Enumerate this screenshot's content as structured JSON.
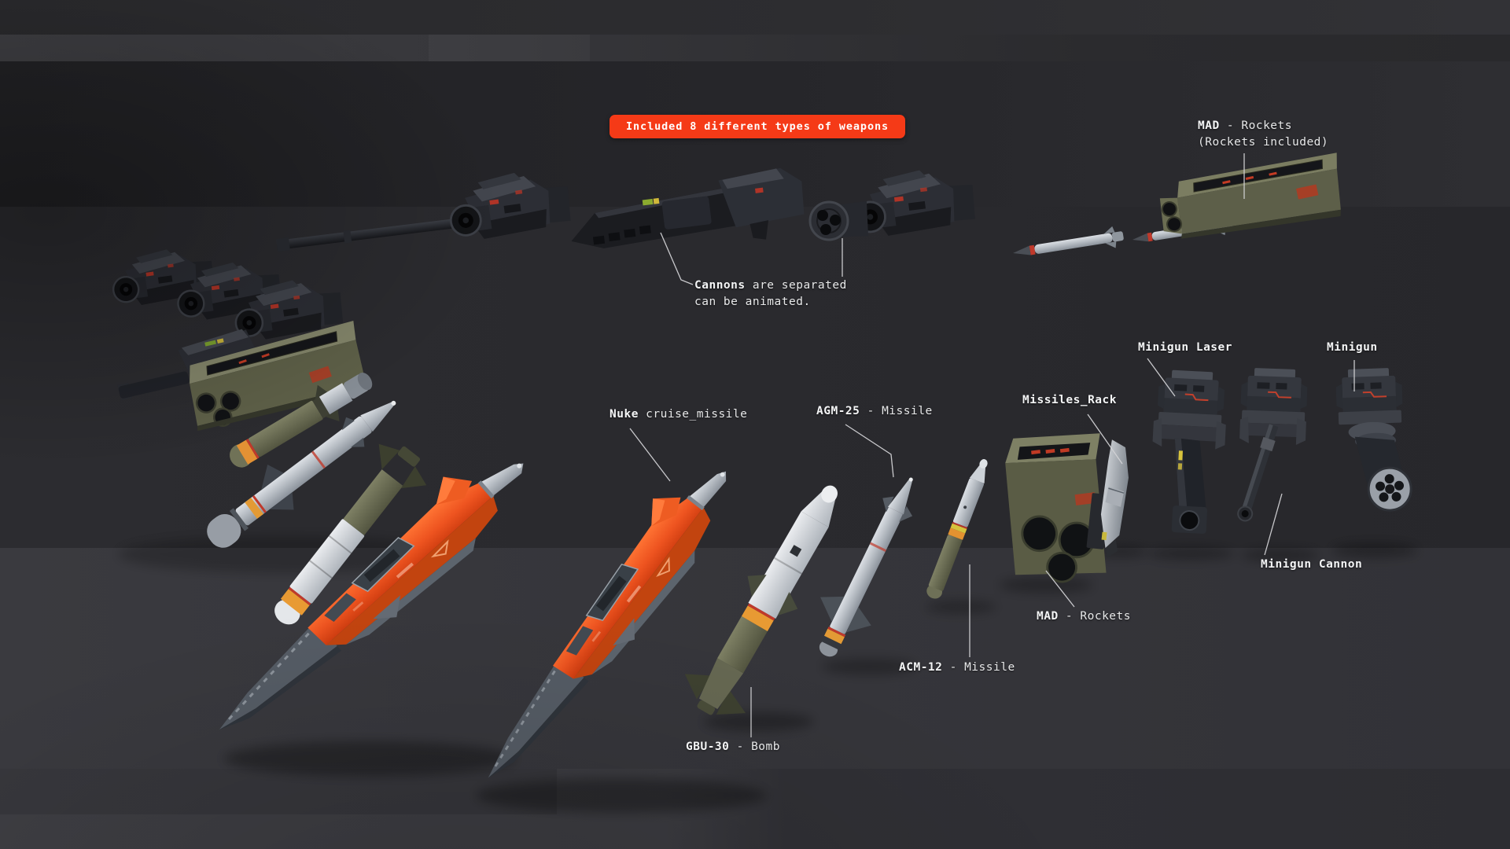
{
  "badge": {
    "label": "Included 8 different types of weapons",
    "bg_color": "#f53a17",
    "text_color": "#ffffff"
  },
  "callouts": {
    "mad_rockets_top": {
      "bold": "MAD",
      "rest": " - Rockets",
      "line2": "(Rockets included)"
    },
    "cannons_note": {
      "bold": "Cannons",
      "rest": " are separated",
      "line2": "can be animated."
    },
    "nuke": {
      "bold": "Nuke",
      "rest": " cruise_missile"
    },
    "agm25": {
      "bold": "AGM-25",
      "rest": " - Missile"
    },
    "missiles_rack": {
      "bold": "Missiles_Rack",
      "rest": ""
    },
    "minigun_laser": {
      "bold": "Minigun Laser",
      "rest": ""
    },
    "minigun": {
      "bold": "Minigun",
      "rest": ""
    },
    "minigun_cannon": {
      "bold": "Minigun Cannon",
      "rest": ""
    },
    "mad_rockets_bottom": {
      "bold": "MAD",
      "rest": " - Rockets"
    },
    "acm12": {
      "bold": "ACM-12",
      "rest": " - Missile"
    },
    "gbu30": {
      "bold": "GBU-30",
      "rest": " - Bomb"
    }
  },
  "palette": {
    "accent_red": "#f53a17",
    "missile_orange": "#ee5420",
    "olive_green": "#6b6e53",
    "silver": "#c6cbd1",
    "label_text": "#e8e9ea",
    "leader_line": "#d2d2d5",
    "backdrop_dark": "#26262a"
  }
}
